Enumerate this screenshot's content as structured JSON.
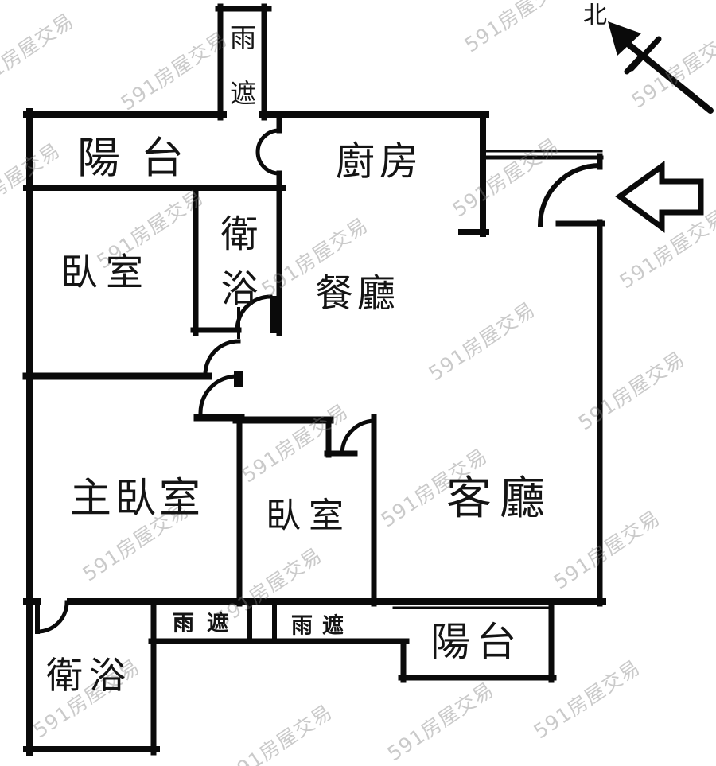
{
  "floor_plan": {
    "watermark_text": "591房屋交易",
    "compass": {
      "north_label": "北"
    },
    "rooms": {
      "balcony_top": "陽台",
      "rain_shelter_shaft": "雨遮",
      "kitchen": "廚房",
      "bedroom_top": "臥室",
      "bathroom_top": "衛浴",
      "dining_room": "餐廳",
      "master_bedroom": "主臥室",
      "bedroom_bottom": "臥室",
      "living_room": "客廳",
      "bathroom_bottom": "衛浴",
      "rain_shelter_left": "雨遮",
      "rain_shelter_right": "雨遮",
      "balcony_bottom": "陽台"
    },
    "colors": {
      "wall": "#0a0a0a",
      "background": "#ffffff",
      "watermark": "#808080"
    }
  }
}
